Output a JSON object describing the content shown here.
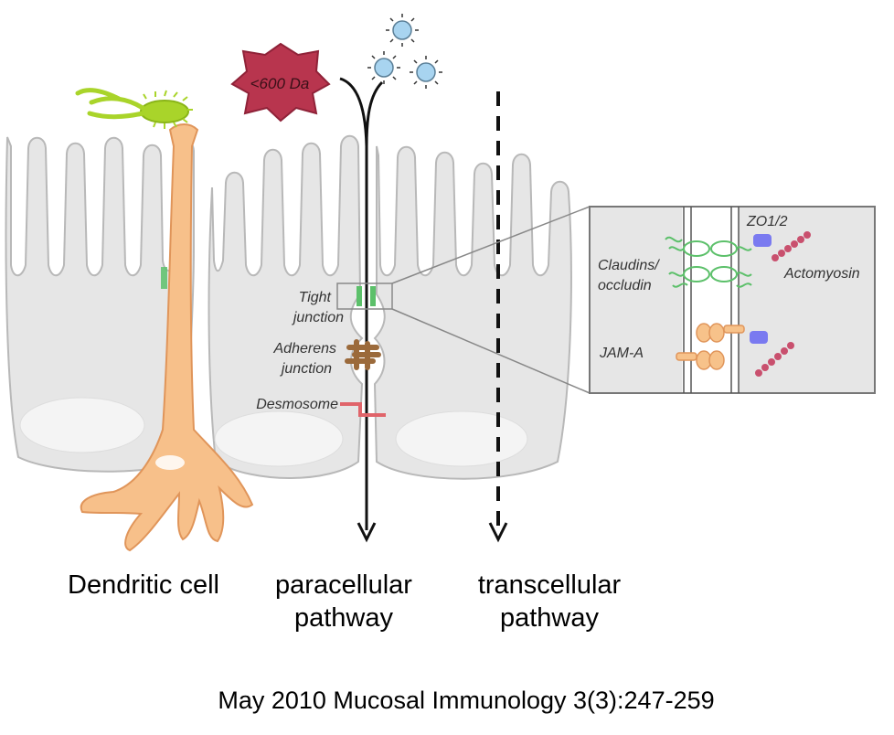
{
  "molecule_label": "<600 Da",
  "junction_labels": {
    "tight": [
      "Tight",
      "junction"
    ],
    "adherens": [
      "Adherens",
      "junction"
    ],
    "desmosome": "Desmosome"
  },
  "inset_labels": {
    "zo": "ZO1/2",
    "claudins": [
      "Claudins/",
      "occludin"
    ],
    "actomyosin": "Actomyosin",
    "jam": "JAM-A"
  },
  "captions": {
    "dendritic": "Dendritic cell",
    "paracellular": [
      "paracellular",
      "pathway"
    ],
    "transcellular": [
      "transcellular",
      "pathway"
    ]
  },
  "citation": "May 2010 Mucosal Immunology 3(3):247-259",
  "colors": {
    "cell_fill": "#e6e6e6",
    "cell_stroke": "#b8b8b8",
    "dendritic_fill": "#f7c08a",
    "dendritic_stroke": "#e0955a",
    "bacteria": "#a9d42a",
    "molecule": "#b8354e",
    "tight_junction": "#5cc06a",
    "adherens": "#9b6a3b",
    "desmosome": "#e0646a",
    "zo": "#7a7af0",
    "actomyosin": "#c9506e",
    "jam": "#f7c28a",
    "particle": "#a8d4f0"
  }
}
